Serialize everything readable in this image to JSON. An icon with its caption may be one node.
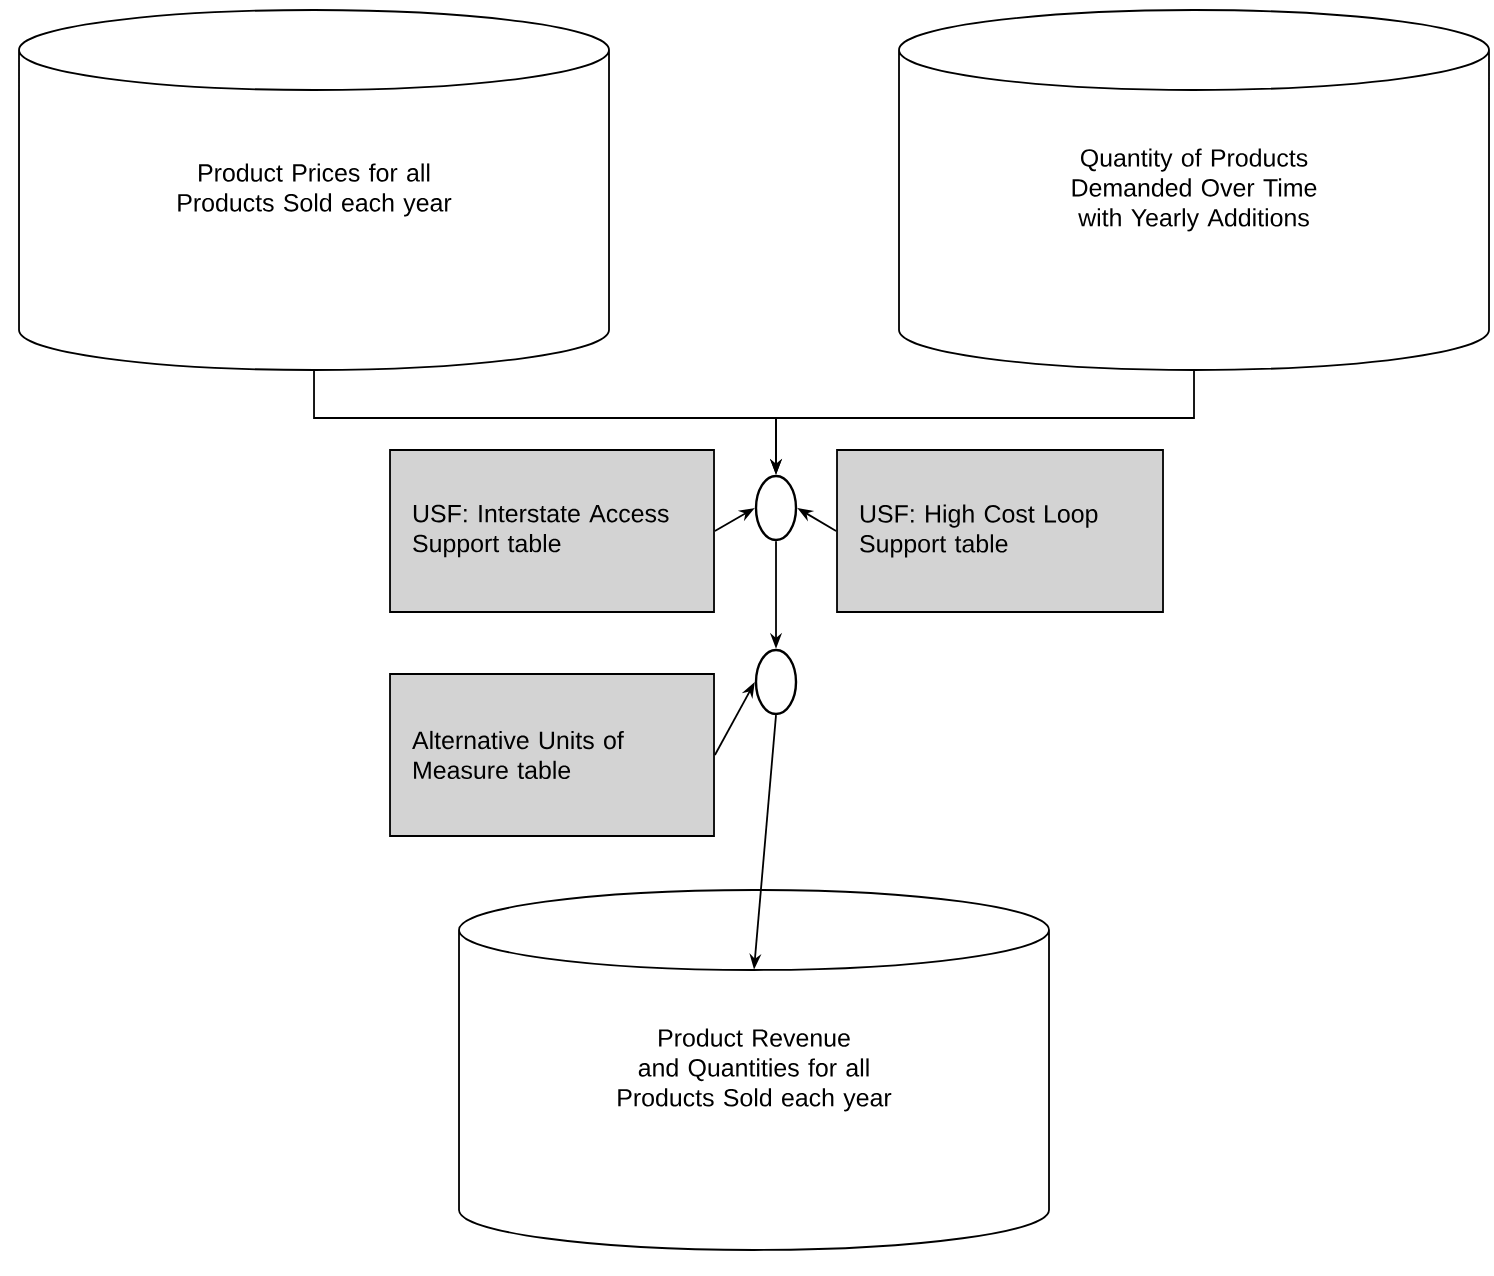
{
  "diagram": {
    "nodes": [
      {
        "text": [
          "Product Prices for all Products Sold each year"
        ]
      },
      {
        "text": [
          "Quantity of Products Demanded Over Time with Yearly Additions"
        ]
      },
      {
        "text": [
          "USF: Interstate Access Support table"
        ]
      },
      {
        "text": [],
        "shape": "ellipse"
      },
      {
        "text": [
          "USF: High Cost Loop Support table"
        ]
      },
      {
        "text": [
          "Alternative Units of Measure table"
        ]
      },
      {
        "text": [],
        "shape": "ellipse"
      },
      {
        "text": [
          "Product Revenue and Quantities for all Products Sold each year"
        ]
      }
    ],
    "edges": [
      {
        "from": 0,
        "to": 3,
        "arrow": "to"
      },
      {
        "from": 1,
        "to": 3,
        "arrow": "to"
      },
      {
        "from": 2,
        "to": 3,
        "arrow": "to"
      },
      {
        "from": 4,
        "to": 3,
        "arrow": "to"
      },
      {
        "from": 3,
        "to": 6,
        "arrow": "to"
      },
      {
        "from": 5,
        "to": 6,
        "arrow": "to"
      },
      {
        "from": 6,
        "to": 7,
        "arrow": "to"
      }
    ]
  }
}
